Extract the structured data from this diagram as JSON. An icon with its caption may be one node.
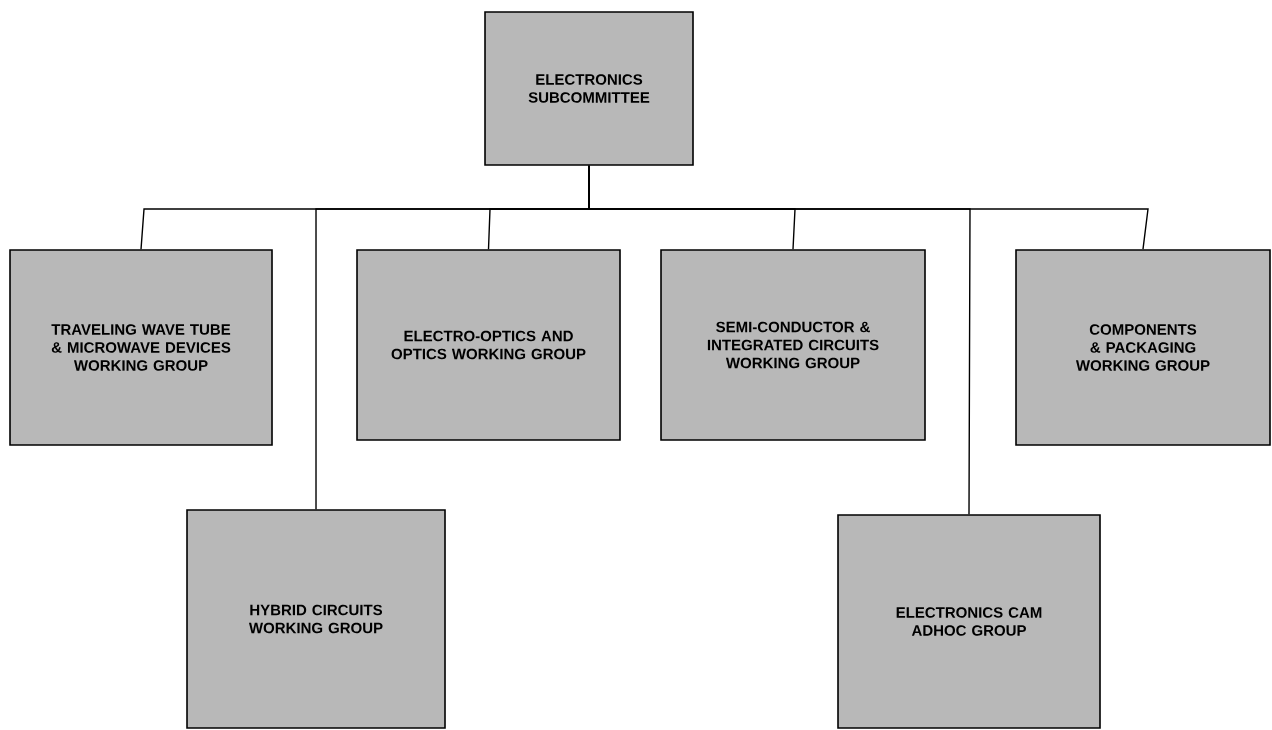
{
  "diagram": {
    "nodes": [
      {
        "text": [
          "ELECTRONICS SUBCOMMITTEE"
        ]
      },
      {
        "text": [
          "TRAVELING WAVE TUBE & MICROWAVE DEVICES WORKING GROUP"
        ]
      },
      {
        "text": [
          "HYBRID CIRCUITS WORKING GROUP"
        ]
      },
      {
        "text": [
          "ELECTRO-OPTICS AND OPTICS WORKING GROUP"
        ]
      },
      {
        "text": [
          "SEMI-CONDUCTOR & INTEGRATED CIRCUITS WORKING GROUP"
        ]
      },
      {
        "text": [
          "ELECTRONICS CAM ADHOC GROUP"
        ]
      },
      {
        "text": [
          "COMPONENTS & PACKAGING WORKING GROUP"
        ]
      }
    ],
    "edges": [
      {
        "from": 0,
        "to": 1,
        "arrow": "none"
      },
      {
        "from": 0,
        "to": 2,
        "arrow": "none"
      },
      {
        "from": 0,
        "to": 3,
        "arrow": "none"
      },
      {
        "from": 0,
        "to": 4,
        "arrow": "none"
      },
      {
        "from": 0,
        "to": 5,
        "arrow": "none"
      },
      {
        "from": 0,
        "to": 6,
        "arrow": "none"
      }
    ]
  }
}
